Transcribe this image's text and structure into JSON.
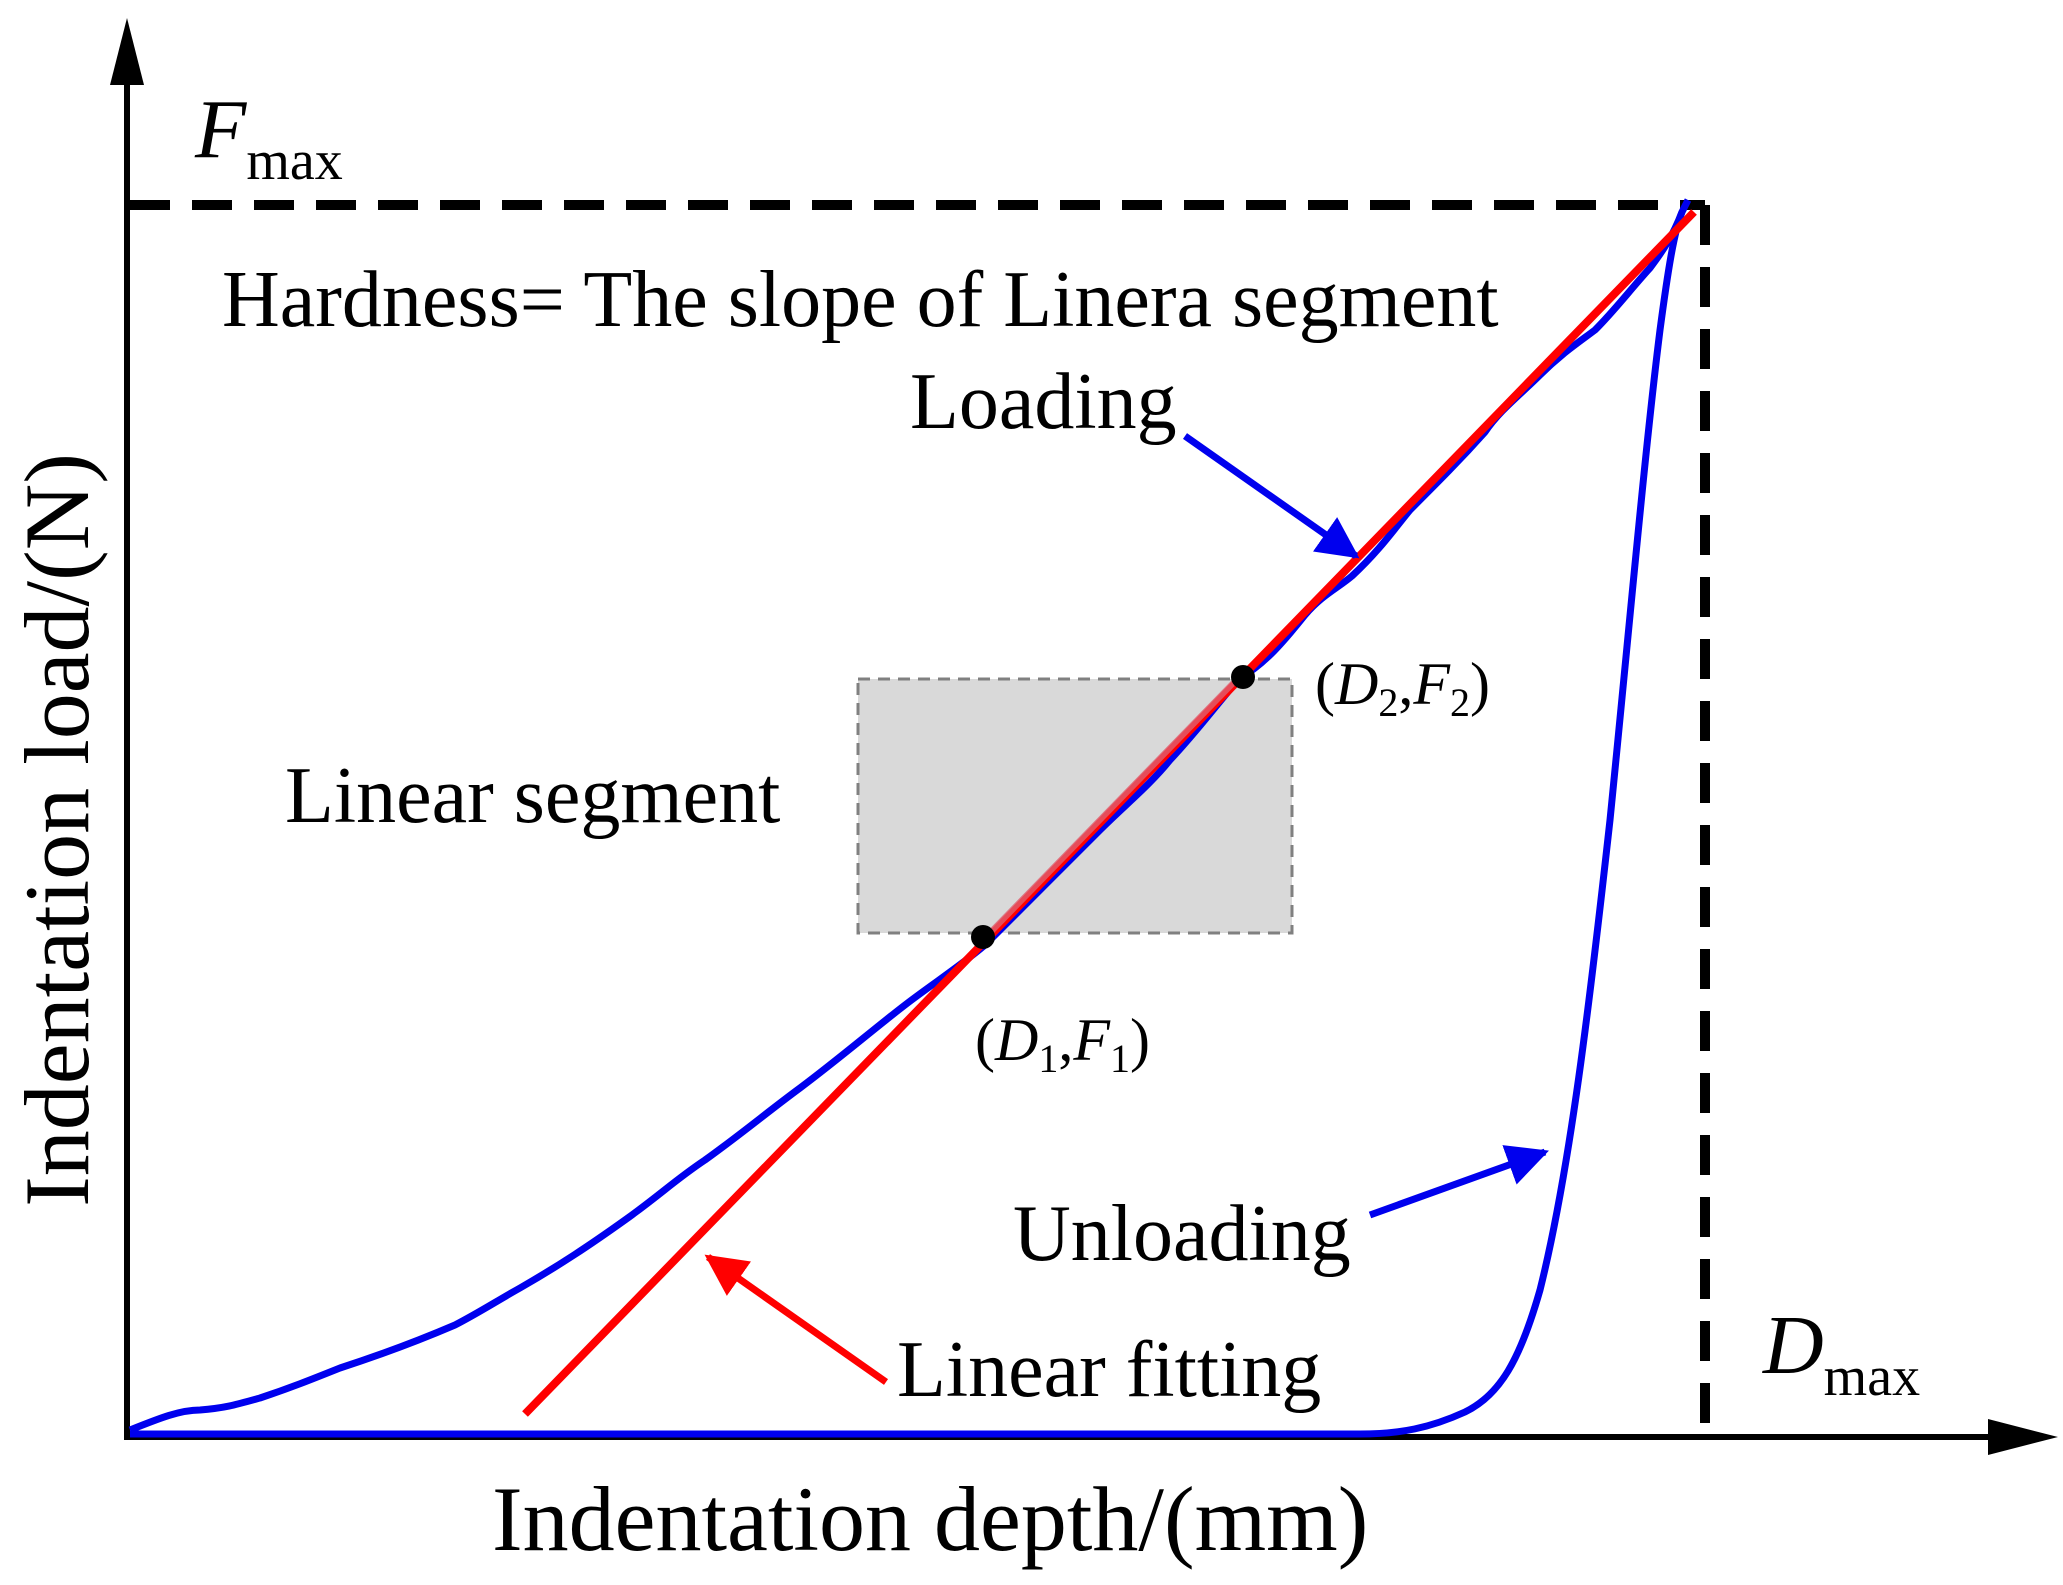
{
  "figure": {
    "x_axis_title": "Indentation depth/(mm)",
    "y_axis_title": "Indentation load/(N)",
    "fmax": {
      "main": "F",
      "sub": "max"
    },
    "dmax": {
      "main": "D",
      "sub": "max"
    },
    "hardness_text": "Hardness= The slope of Linera segment",
    "loading_label": "Loading",
    "unloading_label": "Unloading",
    "linear_segment_label": "Linear segment",
    "linear_fitting_label": "Linear fitting",
    "point1": {
      "open": "(",
      "d": "D",
      "d_sub": "1",
      "comma": ",",
      "f": "F",
      "f_sub": "1",
      "close": ")"
    },
    "point2": {
      "open": "(",
      "d": "D",
      "d_sub": "2",
      "comma": ",",
      "f": "F",
      "f_sub": "2",
      "close": ")"
    }
  },
  "colors": {
    "curve": "#0000ee",
    "fit_line": "#ff0000",
    "linear_box_fill": "#d9d9d9",
    "linear_box_stroke": "#808080",
    "axis": "#000000"
  }
}
